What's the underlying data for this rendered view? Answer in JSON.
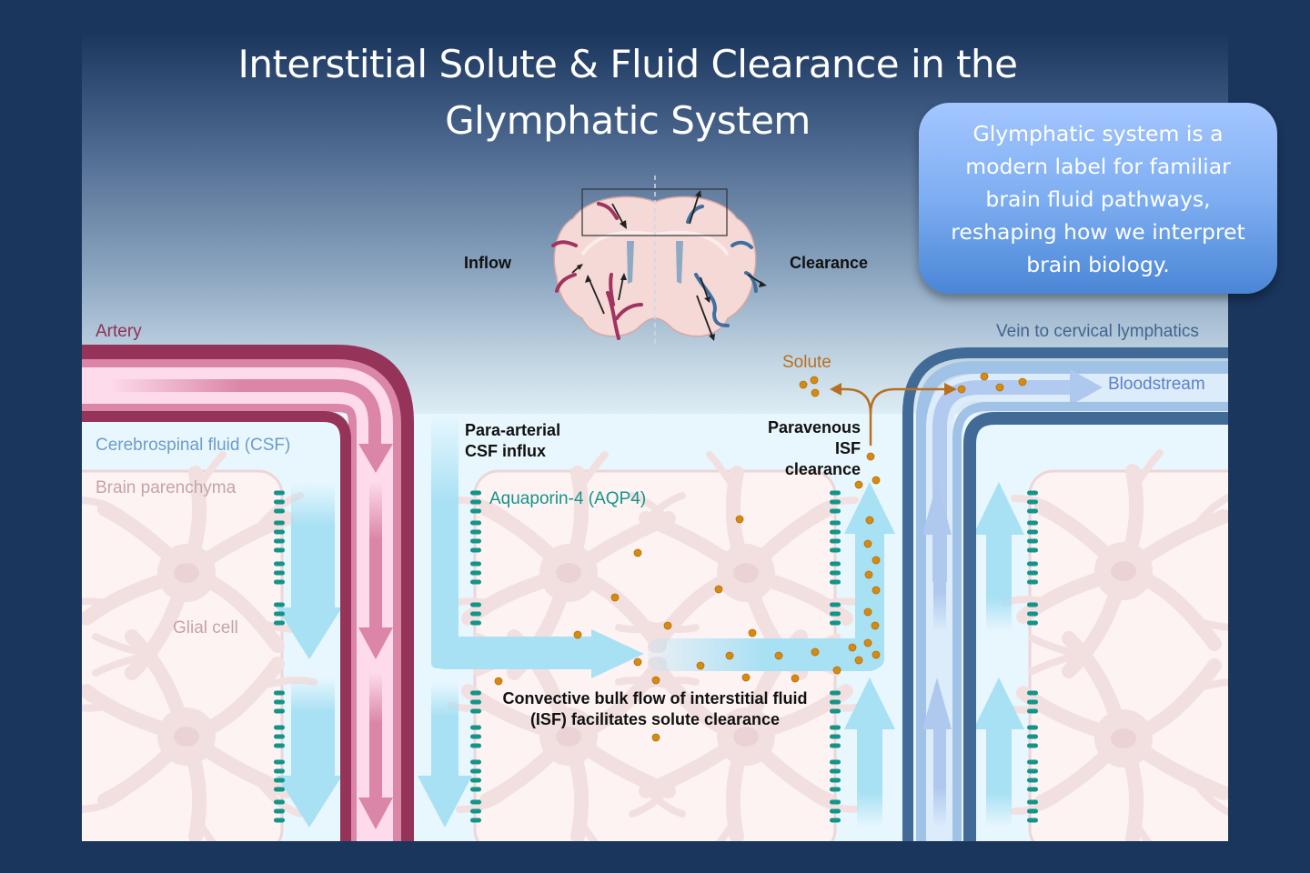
{
  "title": {
    "line1": "Interstitial Solute & Fluid Clearance in the",
    "line2": "Glymphatic System"
  },
  "callout": {
    "lines": [
      "Glymphatic system is a",
      "modern label for familiar",
      "brain fluid pathways,",
      "reshaping how we interpret",
      "brain biology."
    ]
  },
  "brain_inset": {
    "inflow_label": "Inflow",
    "clearance_label": "Clearance"
  },
  "labels": {
    "artery": "Artery",
    "vein": "Vein to cervical lymphatics",
    "bloodstream": "Bloodstream",
    "solute": "Solute",
    "csf": "Cerebrospinal fluid (CSF)",
    "parenchyma": "Brain parenchyma",
    "glial_cell": "Glial cell",
    "aqp4": "Aquaporin-4 (AQP4)",
    "para_arterial": [
      "Para-arterial",
      "CSF influx"
    ],
    "paravenous": [
      "Paravenous",
      "ISF",
      "clearance"
    ],
    "convective": [
      "Convective bulk flow of interstitial fluid",
      "(ISF) facilitates solute clearance"
    ]
  },
  "colors": {
    "background": "#1a365d",
    "artery_dark": "#963358",
    "artery_mid": "#db85a8",
    "artery_light": "#fddbea",
    "vein_dark": "#426a96",
    "vein_mid": "#9fc2e6",
    "vein_light": "#dcecfb",
    "csf_arrow": "#a8e0f4",
    "csf_bg": "#e8f7fe",
    "parenchyma": "#fdf3f3",
    "aqp4": "#139488",
    "solute": "#d68a12",
    "solute_label": "#b86f20",
    "bloodstream_label": "#5f80c8"
  }
}
